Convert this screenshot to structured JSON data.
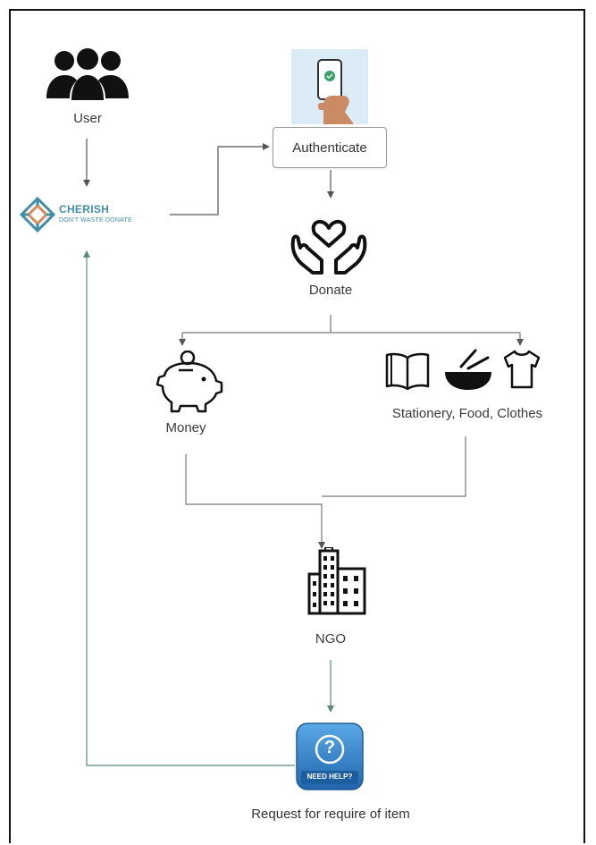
{
  "colors": {
    "connector": "#555555",
    "feedback_line": "#5a8a7d",
    "logo_teal": "#3f8fa7",
    "logo_orange": "#d98a5a",
    "help_blue": "#2f7fc6",
    "phone_bg": "#dcecf6"
  },
  "nodes": {
    "user": {
      "label": "User",
      "icon": "users-group-icon"
    },
    "logo": {
      "title": "CHERISH",
      "tagline": "DON'T WASTE.DONATE",
      "icon": "cherish-logo-icon"
    },
    "phone": {
      "icon": "phone-in-hand-icon"
    },
    "authenticate": {
      "label": "Authenticate"
    },
    "donate": {
      "label": "Donate",
      "icon": "hands-heart-icon"
    },
    "money": {
      "label": "Money",
      "icon": "piggy-bank-icon"
    },
    "goods": {
      "label": "Stationery, Food, Clothes",
      "icons": [
        "book-icon",
        "food-bowl-icon",
        "tshirt-icon"
      ]
    },
    "ngo": {
      "label": "NGO",
      "icon": "buildings-icon"
    },
    "request": {
      "label": "Request for require of item",
      "badge_text": "NEED HELP?",
      "badge_symbol": "?",
      "icon": "need-help-icon"
    }
  }
}
